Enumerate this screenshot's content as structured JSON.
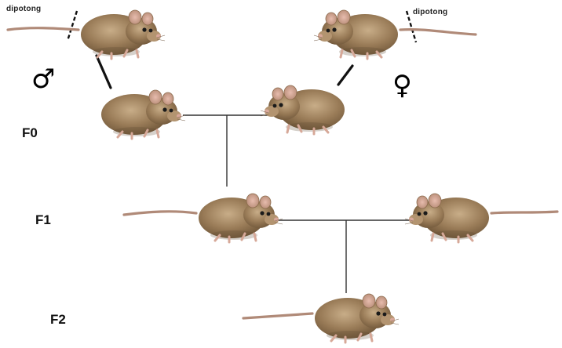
{
  "generations": [
    {
      "label": "F0"
    },
    {
      "label": "F1"
    },
    {
      "label": "F2"
    }
  ],
  "cut_label": "dipotong",
  "symbols": {
    "male": "♂",
    "female": "♀"
  },
  "colors": {
    "fur": "#9a7c58",
    "fur_dark": "#6e5538",
    "fur_light": "#c8ad88",
    "ear": "#d9a89a",
    "tail": "#b08a78",
    "line": "#333333"
  }
}
